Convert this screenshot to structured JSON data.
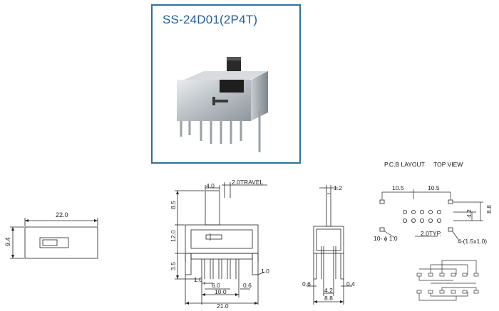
{
  "product": {
    "title": "SS-24D01(2P4T)"
  },
  "pcb": {
    "layout_label": "P.C.B LAYOUT",
    "view_label": "TOP VIEW",
    "dim_left": "10.5",
    "dim_right": "10.5",
    "dim_h1": "4.2",
    "dim_h2": "8.8",
    "hole_note": "10- ϕ 1.0",
    "pitch_note": "2.0TYP.",
    "mount_note": "4-(1.5x1.0)"
  },
  "top_view": {
    "width": "22.0",
    "height": "9.4"
  },
  "front_view": {
    "knob_width": "4.0",
    "travel": "2.0TRAVEL",
    "knob_height": "8.5",
    "body_height": "12.0",
    "pin_length": "3.5",
    "pin_pitch": "1.0",
    "pin_span_small": "6.0",
    "pin_thick": "0.6",
    "pin_span_mid": "10.0",
    "total_width": "21.0",
    "lug_width": "1.0"
  },
  "side_view": {
    "knob_width": "1.2",
    "lug_left": "0.6",
    "lug_right": "0.4",
    "pin_span": "4.2",
    "total_depth": "8.8"
  }
}
